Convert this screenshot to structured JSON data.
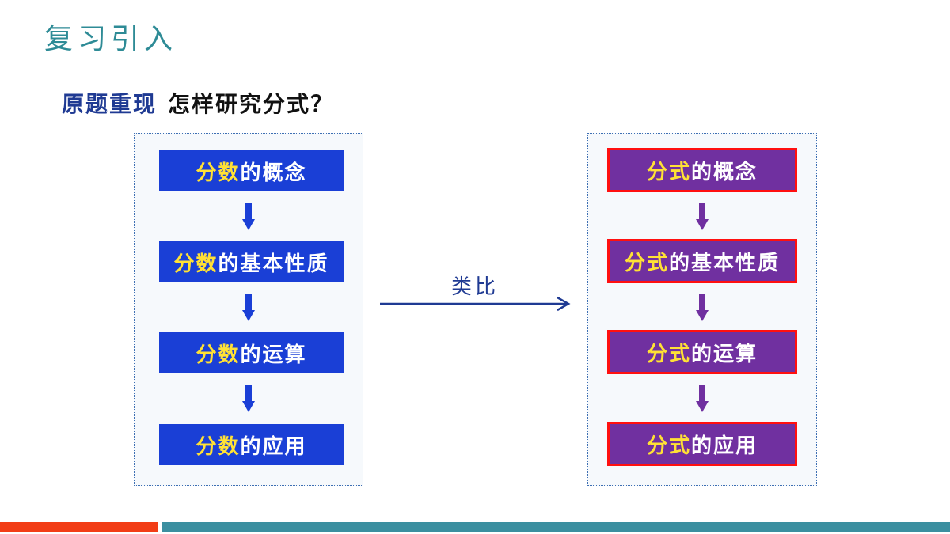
{
  "title": "复习引入",
  "subtitle": {
    "label": "原题重现",
    "question": "怎样研究分式？"
  },
  "left_panel": {
    "items": [
      {
        "highlight": "分数",
        "rest": "的概念"
      },
      {
        "highlight": "分数",
        "rest": "的基本性质"
      },
      {
        "highlight": "分数",
        "rest": "的运算"
      },
      {
        "highlight": "分数",
        "rest": "的应用"
      }
    ]
  },
  "right_panel": {
    "items": [
      {
        "highlight": "分式",
        "rest": "的概念"
      },
      {
        "highlight": "分式",
        "rest": "的基本性质"
      },
      {
        "highlight": "分式",
        "rest": "的运算"
      },
      {
        "highlight": "分式",
        "rest": "的应用"
      }
    ]
  },
  "analogy": "类比",
  "colors": {
    "title": "#2e8b96",
    "left_box": "#1a3fd6",
    "right_box": "#7030a0",
    "right_border": "#ff1010",
    "highlight": "#ffe135",
    "bar_red": "#f23d16",
    "bar_teal": "#3b8fa0"
  }
}
